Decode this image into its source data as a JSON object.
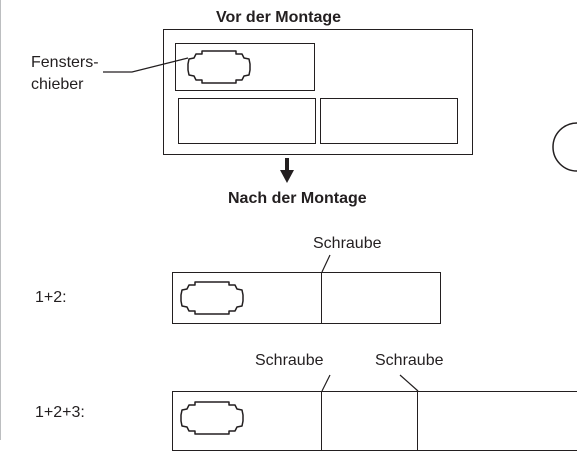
{
  "diagram": {
    "title_before": "Vor der Montage",
    "title_after": "Nach der Montage",
    "window_slider_label_line1": "Fensters-",
    "window_slider_label_line2": "chieber",
    "row1_label": "1+2:",
    "row2_label": "1+2+3:",
    "screw_label": "Schraube",
    "screw_label_left": "Schraube",
    "screw_label_right": "Schraube",
    "colors": {
      "ink": "#231f20",
      "frame_border": "#bcbec0"
    },
    "icons": [
      "arrow-down-icon",
      "window-slider-shape"
    ]
  }
}
